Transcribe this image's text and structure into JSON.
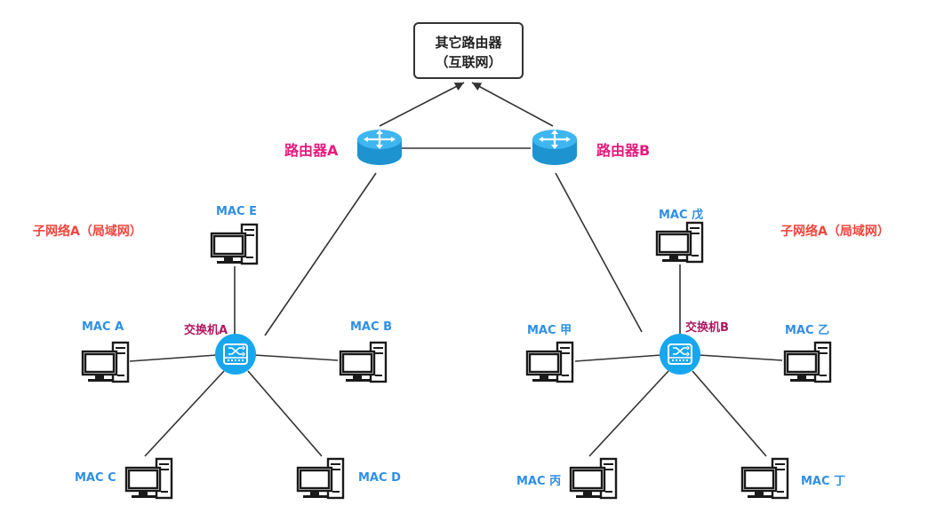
{
  "internet": {
    "line1": "其它路由器",
    "line2": "（互联网）"
  },
  "routers": {
    "a_label": "路由器A",
    "b_label": "路由器B"
  },
  "subnets": {
    "left_label": "子网络A（局域网）",
    "right_label": "子网络A（局域网）"
  },
  "switches": {
    "a_label": "交换机A",
    "b_label": "交换机B"
  },
  "hosts": {
    "mac_e": "MAC E",
    "mac_a": "MAC A",
    "mac_b": "MAC B",
    "mac_c": "MAC C",
    "mac_d": "MAC D",
    "mac_wu": "MAC 戊",
    "mac_jia": "MAC 甲",
    "mac_yi": "MAC 乙",
    "mac_bing": "MAC 丙",
    "mac_ding": "MAC 丁"
  },
  "colors": {
    "router_label": "#e6197d",
    "subnet_label": "#f0453c",
    "mac_label": "#2f8fe6",
    "switch_label": "#b0175f",
    "router_fill": "#36b3ee",
    "switch_fill": "#17a7ee",
    "line": "#333333"
  }
}
